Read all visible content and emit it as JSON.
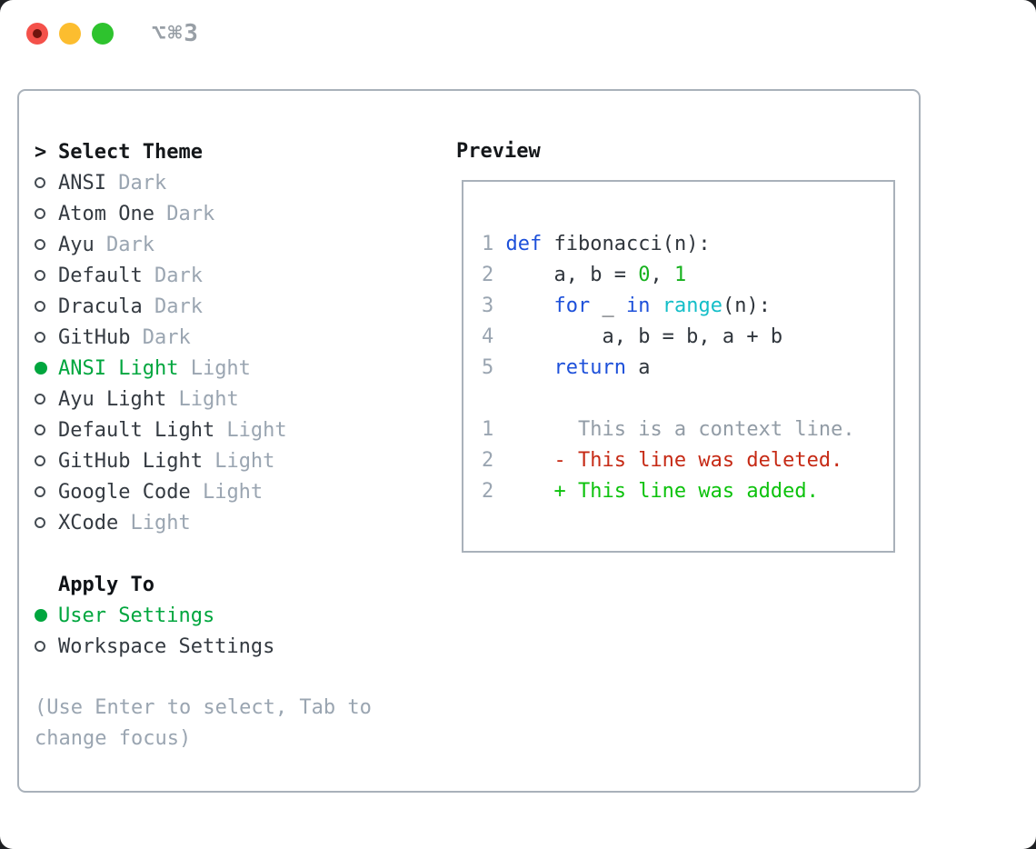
{
  "titlebar": {
    "shortcut": "⌥⌘3"
  },
  "colors": {
    "selection_green": "#00a63e",
    "keyword_blue": "#1d50da",
    "function_cyan": "#14bec8",
    "number_green": "#16b11e",
    "deleted_red": "#c62a15",
    "added_green": "#0cc20c",
    "muted_gray": "#9aa5b1",
    "border_gray": "#a9b1ba"
  },
  "theme_panel": {
    "header_prefix": ">",
    "header": "Select Theme",
    "items": [
      {
        "name": "ANSI",
        "variant": "Dark",
        "selected": false
      },
      {
        "name": "Atom One",
        "variant": "Dark",
        "selected": false
      },
      {
        "name": "Ayu",
        "variant": "Dark",
        "selected": false
      },
      {
        "name": "Default",
        "variant": "Dark",
        "selected": false
      },
      {
        "name": "Dracula",
        "variant": "Dark",
        "selected": false
      },
      {
        "name": "GitHub",
        "variant": "Dark",
        "selected": false
      },
      {
        "name": "ANSI Light",
        "variant": "Light",
        "selected": true
      },
      {
        "name": "Ayu Light",
        "variant": "Light",
        "selected": false
      },
      {
        "name": "Default Light",
        "variant": "Light",
        "selected": false
      },
      {
        "name": "GitHub Light",
        "variant": "Light",
        "selected": false
      },
      {
        "name": "Google Code",
        "variant": "Light",
        "selected": false
      },
      {
        "name": "XCode",
        "variant": "Light",
        "selected": false
      }
    ],
    "apply_to": {
      "header": "Apply To",
      "options": [
        {
          "label": "User Settings",
          "selected": true
        },
        {
          "label": "Workspace Settings",
          "selected": false
        }
      ]
    },
    "help_text": "(Use Enter to select, Tab to change focus)"
  },
  "preview": {
    "header": "Preview",
    "code_lines": [
      {
        "num": "1",
        "segments": [
          {
            "t": "def",
            "c": "blue"
          },
          {
            "t": " fibonacci(n):",
            "c": "fg"
          }
        ]
      },
      {
        "num": "2",
        "segments": [
          {
            "t": "    a, b = ",
            "c": "fg"
          },
          {
            "t": "0",
            "c": "green"
          },
          {
            "t": ", ",
            "c": "fg"
          },
          {
            "t": "1",
            "c": "green"
          }
        ]
      },
      {
        "num": "3",
        "segments": [
          {
            "t": "    ",
            "c": "fg"
          },
          {
            "t": "for",
            "c": "blue"
          },
          {
            "t": " _ ",
            "c": "fg"
          },
          {
            "t": "in",
            "c": "blue"
          },
          {
            "t": " ",
            "c": "fg"
          },
          {
            "t": "range",
            "c": "cyan"
          },
          {
            "t": "(n):",
            "c": "fg"
          }
        ]
      },
      {
        "num": "4",
        "segments": [
          {
            "t": "        a, b = b, a + b",
            "c": "fg"
          }
        ]
      },
      {
        "num": "5",
        "segments": [
          {
            "t": "    ",
            "c": "fg"
          },
          {
            "t": "return",
            "c": "blue"
          },
          {
            "t": " a",
            "c": "fg"
          }
        ]
      },
      {
        "num": "",
        "segments": []
      },
      {
        "num": "1",
        "segments": [
          {
            "t": "      This is a context line.",
            "c": "muted"
          }
        ]
      },
      {
        "num": "2",
        "segments": [
          {
            "t": "    - This line was deleted.",
            "c": "red"
          }
        ]
      },
      {
        "num": "2",
        "segments": [
          {
            "t": "    + This line was added.",
            "c": "add"
          }
        ]
      }
    ]
  }
}
